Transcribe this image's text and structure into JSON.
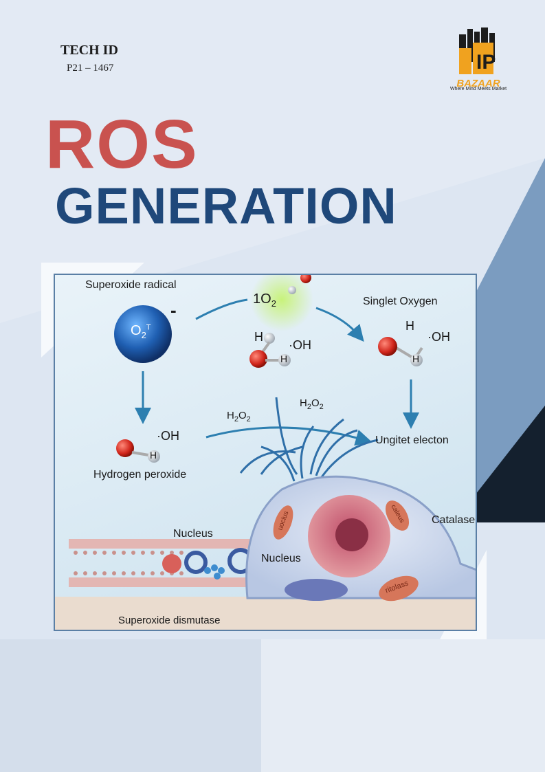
{
  "header": {
    "tech_label": "TECH ID",
    "tech_id": "P21 – 1467"
  },
  "logo": {
    "brand": "BAZAAR",
    "mark": "IP",
    "tagline": "Where Mind Meets Market"
  },
  "title": {
    "line1": "ROS",
    "line2": "GENERATION"
  },
  "figure": {
    "labels": {
      "superoxide_radical": "Superoxide radical",
      "o2_symbol": "O",
      "o2_sub": "2",
      "o2_sup": "T",
      "minus": "-",
      "singlet_center_main": "1O",
      "singlet_center_sub": "2",
      "singlet_oxygen": "Singlet Oxygen",
      "oh_center": "·OH",
      "oh_right": "·OH",
      "oh_left": "·OH",
      "h": "H",
      "h2o2_left_main": "H",
      "h2o2_left_sub1": "2",
      "h2o2_left_mid": "O",
      "h2o2_left_sub2": "2",
      "h2o2_center_main": "H",
      "h2o2_center_sub1": "2",
      "h2o2_center_mid": "O",
      "h2o2_center_sub2": "2",
      "ungitet_electon": "Ungitet electon",
      "hydrogen_peroxide": "Hydrogen peroxide",
      "nucleus_left": "Nucleus",
      "nucleus_center": "Nucleus",
      "catalase": "Catalase",
      "superoxide_dismutase": "Superoxide dismutase",
      "organelle_1": "uoclus",
      "organelle_2": "caleus",
      "organelle_3": "ritolass"
    }
  },
  "colors": {
    "title_red": "#c9524f",
    "title_blue": "#1f487a",
    "background": "#dde6f2",
    "arrow_blue": "#2d7fb0",
    "dark_triangle": "#14202e"
  }
}
